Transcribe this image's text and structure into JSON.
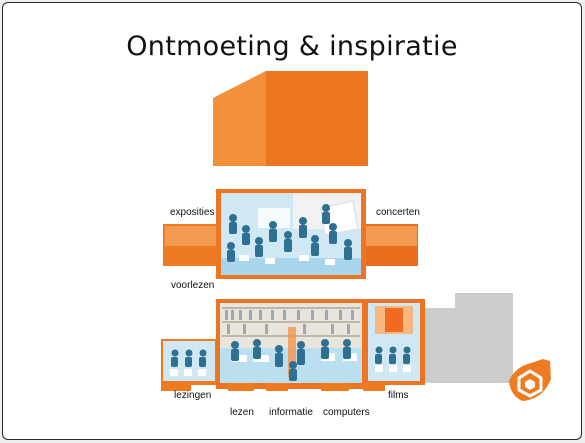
{
  "slide": {
    "title": "Ontmoeting & inspiratie"
  },
  "labels": {
    "exposities": "exposities",
    "concerten": "concerten",
    "voorlezen": "voorlezen",
    "lezingen": "lezingen",
    "lezen": "lezen",
    "informatie": "informatie",
    "computers": "computers",
    "films": "films"
  },
  "colors": {
    "orange": "#ee7a22",
    "orange_dark": "#d4621a",
    "orange_light": "#f6a25a",
    "room_floor": "#b9dff0",
    "people": "#2f6f92",
    "shelf": "#e8e4dc",
    "gray_building": "#c9c9c9"
  },
  "icons": {
    "logo": "library-logo-icon"
  }
}
